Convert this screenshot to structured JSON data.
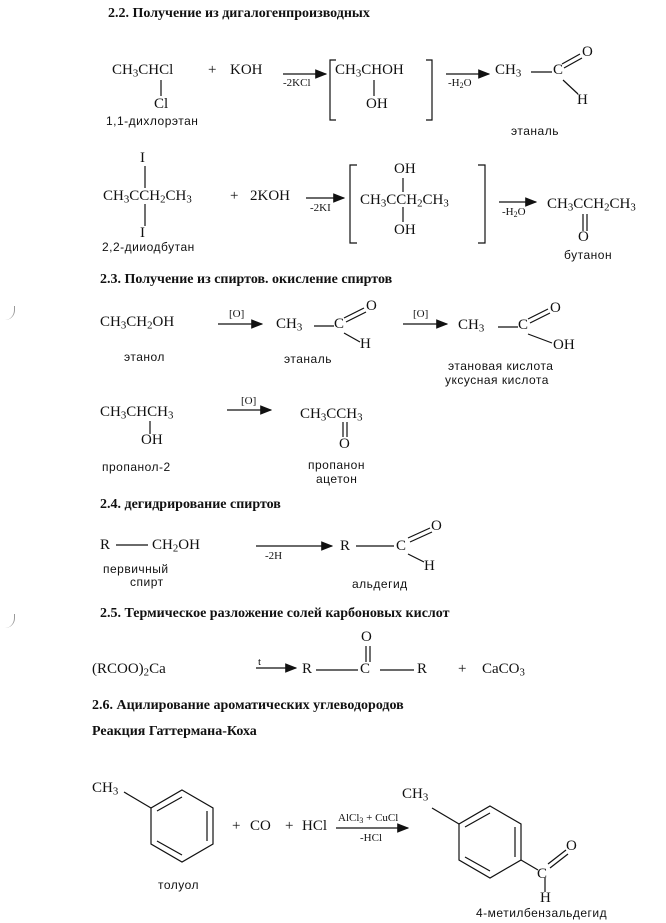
{
  "sections": {
    "s22": "2.2. Получение из дигалогенпроизводных",
    "s23": "2.3. Получение из спиртов. окисление спиртов",
    "s24": "2.4. дегидрирование спиртов",
    "s25": "2.5. Термическое разложение солей карбоновых кислот",
    "s26": "2.6. Ацилирование ароматических углеводородов",
    "s26_sub": "Реакция Гаттермана-Коха"
  },
  "r1": {
    "reactant_html": "CH<sub>3</sub>CHCl",
    "reactant_sub": "Cl",
    "plus": "+",
    "reagent": "KOH",
    "cond1_html": "-2KCl",
    "intermediate_html": "CH<sub>3</sub>CHOH",
    "intermediate_sub": "OH",
    "cond2_html": "-H<sub>2</sub>O",
    "product_html": "CH<sub>3</sub>",
    "product_o": "O",
    "product_h": "H",
    "product_c": "C",
    "reactant_name": "1,1-дихлорэтан",
    "product_name": "этаналь"
  },
  "r2": {
    "reactant_html": "CH<sub>3</sub>CCH<sub>2</sub>CH<sub>3</sub>",
    "i_top": "I",
    "i_bottom": "I",
    "plus": "+",
    "reagent": "2KOH",
    "cond1": "-2KI",
    "intermediate_html": "CH<sub>3</sub>CCH<sub>2</sub>CH<sub>3</sub>",
    "oh_top": "OH",
    "oh_bottom": "OH",
    "cond2_html": "-H<sub>2</sub>O",
    "product_html": "CH<sub>3</sub>CCH<sub>2</sub>CH<sub>3</sub>",
    "product_o": "O",
    "reactant_name": "2,2-дииодбутан",
    "product_name": "бутанон"
  },
  "r3": {
    "reactant_html": "CH<sub>3</sub>CH<sub>2</sub>OH",
    "ox1": "[O]",
    "p1_html": "CH<sub>3</sub>",
    "p1_c": "C",
    "p1_o": "O",
    "p1_h": "H",
    "ox2": "[O]",
    "p2_html": "CH<sub>3</sub>",
    "p2_c": "C",
    "p2_o": "O",
    "p2_oh": "OH",
    "reactant_name": "этанол",
    "p1_name": "этаналь",
    "p2_name1": "этановая кислота",
    "p2_name2": "уксусная кислота"
  },
  "r4": {
    "reactant_html": "CH<sub>3</sub>CHCH<sub>3</sub>",
    "reactant_oh": "OH",
    "ox": "[O]",
    "product_html": "CH<sub>3</sub>CCH<sub>3</sub>",
    "product_o": "O",
    "reactant_name": "пропанол-2",
    "product_name1": "пропанон",
    "product_name2": "ацетон"
  },
  "r5": {
    "r": "R",
    "group_html": "CH<sub>2</sub>OH",
    "cond": "-2H",
    "p_r": "R",
    "p_c": "C",
    "p_o": "O",
    "p_h": "H",
    "name1": "первичный",
    "name2": "спирт",
    "product_name": "альдегид"
  },
  "r6": {
    "reactant_html": "(RCOO)<sub>2</sub>Ca",
    "cond": "t",
    "r1": "R",
    "c": "C",
    "o": "O",
    "r2": "R",
    "plus": "+",
    "byproduct_html": "CaCO<sub>3</sub>"
  },
  "r7": {
    "ch3": "CH<sub>3</sub>",
    "plus1": "+",
    "co": "CO",
    "plus2": "+",
    "hcl": "HCl",
    "cond_top_html": "AlCl<sub>3</sub> + CuCl",
    "cond_bottom": "-HCl",
    "product_ch3": "CH<sub>3</sub>",
    "product_c": "C",
    "product_o": "O",
    "product_h": "H",
    "reactant_name": "толуол",
    "product_name": "4-метилбензальдегид"
  }
}
